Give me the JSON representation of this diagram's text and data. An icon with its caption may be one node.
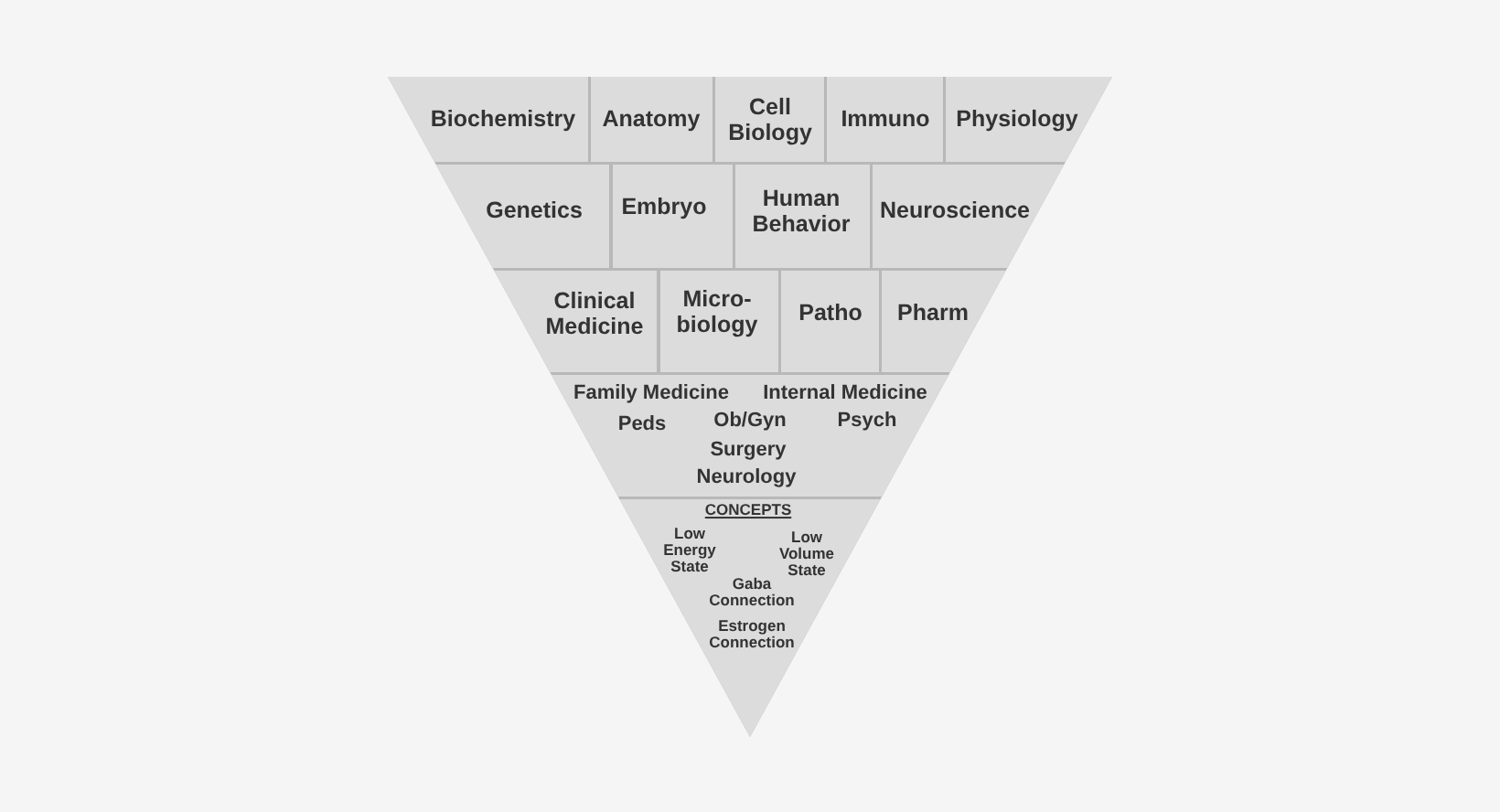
{
  "diagram": {
    "nodes": [
      {
        "text": [
          "Biochemistry"
        ]
      },
      {
        "text": [
          "Anatomy"
        ]
      },
      {
        "text": [
          "Cell Biology"
        ]
      },
      {
        "text": [
          "Immuno"
        ]
      },
      {
        "text": [
          "Physiology"
        ]
      },
      {
        "text": [
          "Genetics"
        ]
      },
      {
        "text": [
          "Embryo"
        ]
      },
      {
        "text": [
          "Human Behavior"
        ]
      },
      {
        "text": [
          "Neuroscience"
        ]
      },
      {
        "text": [
          "Clinical Medicine"
        ]
      },
      {
        "text": [
          "Micro- biology"
        ]
      },
      {
        "text": [
          "Patho"
        ]
      },
      {
        "text": [
          "Pharm"
        ]
      },
      {
        "text": [
          "Family Medicine",
          "Internal Medicine",
          "Peds",
          "Ob/Gyn",
          "Psych",
          "Surgery",
          "Neurology"
        ]
      },
      {
        "text": [
          "CONCEPTS",
          "Low Energy State",
          "Low Volume State",
          "Gaba Connection",
          "Estrogen Connection"
        ]
      }
    ]
  }
}
